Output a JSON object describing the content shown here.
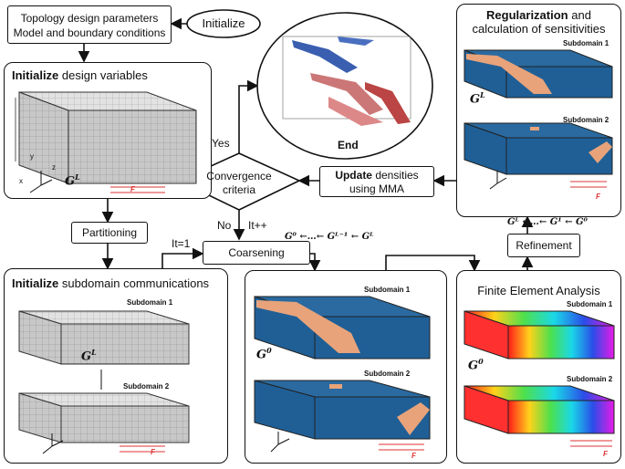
{
  "design_params": {
    "line1": "Topology design parameters",
    "line2": "Model and boundary conditions"
  },
  "initialize": {
    "label": "Initialize"
  },
  "init_design": {
    "bold": "Initialize",
    "rest": " design variables",
    "glevel": "G",
    "gsup": "L",
    "force": "F"
  },
  "partitioning": {
    "label": "Partitioning"
  },
  "init_sub": {
    "bold": "Initialize",
    "rest": " subdomain communications",
    "sub1": "Subdomain 1",
    "sub2": "Subdomain 2",
    "glevel": "G",
    "gsup": "L",
    "force": "F"
  },
  "end": {
    "label": "End"
  },
  "yes": {
    "label": "Yes"
  },
  "no": {
    "label": "No"
  },
  "convergence": {
    "line1": "Convergence",
    "line2": "criteria"
  },
  "update": {
    "bold": "Update",
    "rest": " densities",
    "line2": "using MMA"
  },
  "regularization": {
    "bold": "Regularization",
    "rest": " and",
    "line2": "calculation of sensitivities",
    "sub1": "Subdomain 1",
    "sub2": "Subdomain 2",
    "glevel": "G",
    "gsup": "L",
    "force": "F"
  },
  "it1": {
    "label": "It=1"
  },
  "itpp": {
    "label": "It++"
  },
  "coarsening": {
    "label": "Coarsening",
    "formula": "G⁰ ←…← Gᴸ⁻¹ ← Gᴸ"
  },
  "refinement": {
    "label": "Refinement",
    "formula": "Gᴸ ←…← G¹ ← G⁰"
  },
  "coarse_panel": {
    "sub1": "Subdomain 1",
    "sub2": "Subdomain 2",
    "glevel": "G",
    "gsup": "0",
    "force": "F"
  },
  "fea": {
    "title": "Finite Element Analysis",
    "sub1": "Subdomain 1",
    "sub2": "Subdomain 2",
    "glevel": "G",
    "gsup": "0",
    "force": "F"
  },
  "axes": {
    "x": "x",
    "y": "y",
    "z": "z"
  },
  "colors": {
    "blue": "#1f5f96",
    "orange": "#e8a37a",
    "gray": "#cfcfcf",
    "red": "#d33"
  }
}
